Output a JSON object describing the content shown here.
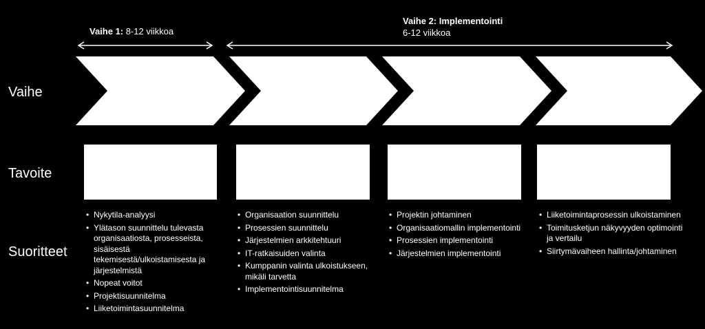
{
  "phases": [
    {
      "label_bold": "Vaihe 1:",
      "label_rest": " 8-12 viikkoa",
      "line2": ""
    },
    {
      "label_bold": "Vaihe 2: Implementointi",
      "label_rest": "",
      "line2": "6-12 viikkoa"
    }
  ],
  "row_labels": {
    "vaihe": "Vaihe",
    "tavoite": "Tavoite",
    "suoritteet": "Suoritteet"
  },
  "columns": [
    {
      "tasks": [
        "Nykytila-analyysi",
        "Ylätason suunnittelu tulevasta organisaatiosta, prosesseista, sisäisestä tekemisestä/ulkoistamisesta ja järjestelmistä",
        "Nopeat voitot",
        "Projektisuunnitelma",
        "Liiketoimintasuunnitelma"
      ]
    },
    {
      "tasks": [
        "Organisaation suunnittelu",
        "Prosessien suunnittelu",
        "Järjestelmien arkkitehtuuri",
        "IT-ratkaisuiden valinta",
        "Kumppanin valinta ulkoistukseen, mikäli tarvetta",
        "Implementointisuunnitelma"
      ]
    },
    {
      "tasks": [
        "Projektin johtaminen",
        "Organisaatiomallin implementointi",
        "Prosessien implementointi",
        "Järjestelmien implementointi"
      ]
    },
    {
      "tasks": [
        "Liiketoimintaprosessin ulkoistaminen",
        "Toimitusketjun näkyvyyden optimointi ja vertailu",
        "Siirtymävaiheen hallinta/johtaminen"
      ]
    }
  ]
}
